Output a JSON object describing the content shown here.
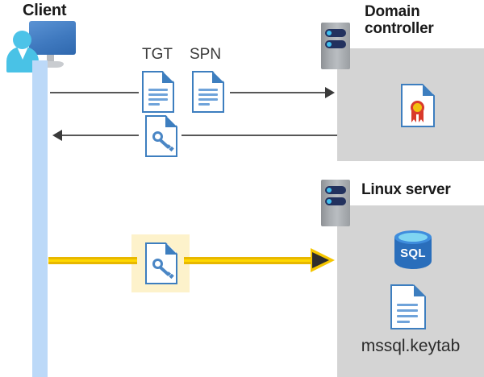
{
  "diagram": {
    "title_client": "Client",
    "title_domain_controller": "Domain\ncontroller",
    "title_domain_controller_line1": "Domain",
    "title_domain_controller_line2": "controller",
    "title_linux_server": "Linux server"
  },
  "client": {
    "label": "Client",
    "icon": "user-workstation-icon",
    "lifeline_color": "#bcd9f8"
  },
  "domain_controller": {
    "label_line1": "Domain",
    "label_line2": "controller",
    "rack_icon": "server-rack-icon",
    "panel_color": "#d4d4d4",
    "contents": [
      {
        "icon": "certificate-document-icon",
        "label": ""
      }
    ]
  },
  "linux_server": {
    "label": "Linux server",
    "rack_icon": "server-rack-icon",
    "panel_color": "#d4d4d4",
    "contents": [
      {
        "icon": "sql-database-icon",
        "label": "SQL"
      },
      {
        "icon": "keytab-document-icon",
        "label": "mssql.keytab"
      }
    ]
  },
  "sql": {
    "badge_text": "SQL"
  },
  "keytab": {
    "filename": "mssql.keytab"
  },
  "flows": [
    {
      "id": "request",
      "direction": "right",
      "from": "client",
      "to": "domain_controller",
      "color": "#575757",
      "artifacts": [
        {
          "label": "TGT",
          "icon": "document-lines-icon"
        },
        {
          "label": "SPN",
          "icon": "document-lines-icon"
        }
      ]
    },
    {
      "id": "response",
      "direction": "left",
      "from": "domain_controller",
      "to": "client",
      "color": "#575757",
      "artifacts": [
        {
          "label": "",
          "icon": "document-key-icon"
        }
      ]
    },
    {
      "id": "authenticate",
      "direction": "right",
      "from": "client",
      "to": "linux_server",
      "color": "#ffd800",
      "highlighted": true,
      "highlight_color": "#fdf2cb",
      "artifacts": [
        {
          "label": "",
          "icon": "document-key-icon"
        }
      ]
    }
  ],
  "labels": {
    "tgt": "TGT",
    "spn": "SPN"
  }
}
